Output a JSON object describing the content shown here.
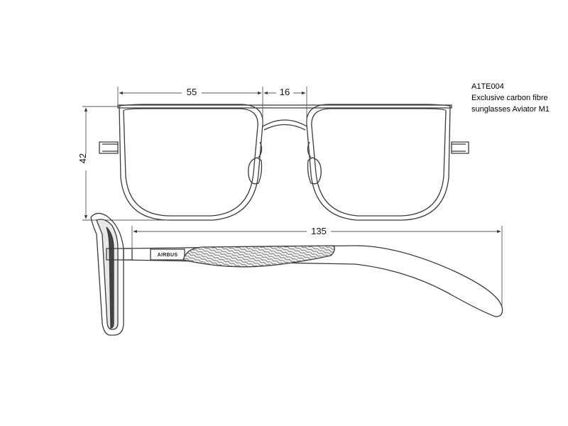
{
  "product": {
    "code": "A1TE004",
    "name_line1": "Exclusive carbon fibre",
    "name_line2": "sunglasses Aviator M1"
  },
  "dimensions": {
    "lens_width": "55",
    "bridge_width": "16",
    "lens_height": "42",
    "temple_length": "135"
  },
  "temple_logo": "AIRBUS",
  "colors": {
    "line": "#3a3a3a",
    "dim_line": "#555555",
    "carbon": "#8a8a8a"
  }
}
